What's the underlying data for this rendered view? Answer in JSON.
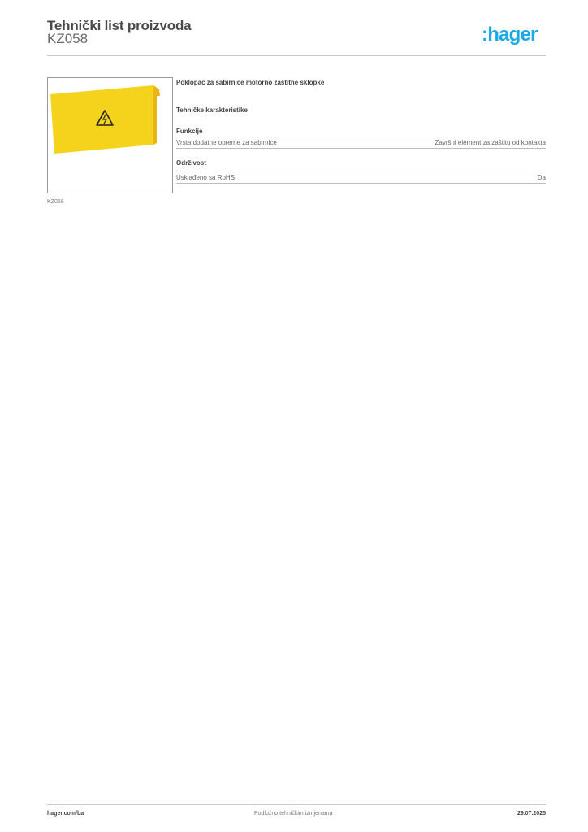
{
  "header": {
    "title": "Tehnički list proizvoda",
    "product_code": "KZ058",
    "logo_text": ":hager",
    "logo_color": "#1aa8e8"
  },
  "product": {
    "image_alt": "yellow busbar cover with electrical hazard symbol",
    "image_caption": "KZ058",
    "name": "Poklopac za sabirnice motorno zaštitne sklopke",
    "image_color": "#f5d31c"
  },
  "specs": {
    "section_title": "Tehničke karakteristike",
    "groups": [
      {
        "label": "Funkcije",
        "rows": [
          {
            "key": "Vrsta dodatne opreme za sabirnice",
            "value": "Završni element za zaštitu od kontakta"
          }
        ]
      },
      {
        "label": "Održivost",
        "rows": [
          {
            "key": "Usklađeno sa RoHS",
            "value": "Da"
          }
        ]
      }
    ]
  },
  "footer": {
    "website": "hager.com/ba",
    "note": "Podložno tehničkim izmjenama",
    "date": "29.07.2025"
  }
}
